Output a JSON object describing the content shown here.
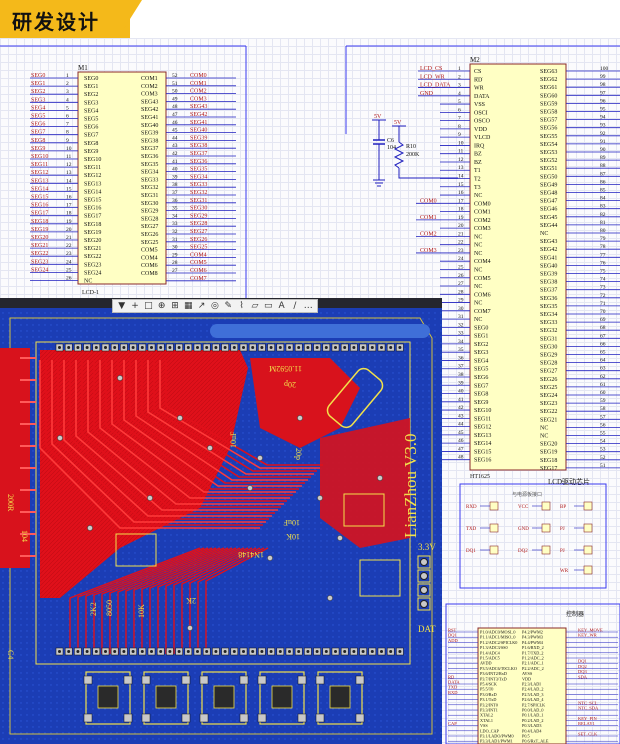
{
  "header": {
    "title": "研发设计"
  },
  "m1": {
    "ref": "M1",
    "part": "LCD-1",
    "left_nets": [
      "SEG0",
      "SEG1",
      "SEG2",
      "SEG3",
      "SEG4",
      "SEG5",
      "SEG6",
      "SEG7",
      "SEG8",
      "SEG9",
      "SEG10",
      "SEG11",
      "SEG12",
      "SEG13",
      "SEG14",
      "SEG15",
      "SEG16",
      "SEG17",
      "SEG18",
      "SEG19",
      "SEG20",
      "SEG21",
      "SEG22",
      "SEG23",
      "SEG24"
    ],
    "left_pins": [
      "SEG0",
      "SEG1",
      "SEG2",
      "SEG3",
      "SEG4",
      "SEG5",
      "SEG6",
      "SEG7",
      "SEG8",
      "SEG9",
      "SEG10",
      "SEG11",
      "SEG12",
      "SEG13",
      "SEG14",
      "SEG15",
      "SEG16",
      "SEG17",
      "SEG18",
      "SEG19",
      "SEG20",
      "SEG21",
      "SEG22",
      "SEG23",
      "SEG24",
      "NC"
    ],
    "left_nums": [
      "1",
      "2",
      "3",
      "4",
      "5",
      "6",
      "7",
      "8",
      "9",
      "10",
      "11",
      "12",
      "13",
      "14",
      "15",
      "16",
      "17",
      "18",
      "19",
      "20",
      "21",
      "22",
      "23",
      "24",
      "25",
      "26"
    ],
    "right_pins": [
      "COM1",
      "COM2",
      "COM3",
      "SEG43",
      "SEG42",
      "SEG41",
      "SEG40",
      "SEG39",
      "SEG38",
      "SEG37",
      "SEG36",
      "SEG35",
      "SEG34",
      "SEG33",
      "SEG32",
      "SEG31",
      "SEG30",
      "SEG29",
      "SEG28",
      "SEG27",
      "SEG26",
      "SEG25",
      "COM5",
      "COM4",
      "COM6",
      "COM8"
    ],
    "right_nums": [
      "52",
      "51",
      "50",
      "49",
      "48",
      "47",
      "46",
      "45",
      "44",
      "43",
      "42",
      "41",
      "40",
      "39",
      "38",
      "37",
      "36",
      "35",
      "34",
      "33",
      "32",
      "31",
      "30",
      "29",
      "28",
      "27"
    ],
    "right_nets": [
      "COM0",
      "COM1",
      "COM2",
      "COM3",
      "SEG43",
      "SEG42",
      "SEG41",
      "SEG40",
      "SEG39",
      "SEG38",
      "SEG37",
      "SEG36",
      "SEG35",
      "SEG34",
      "SEG33",
      "SEG32",
      "SEG31",
      "SEG30",
      "SEG29",
      "SEG28",
      "SEG27",
      "SEG26",
      "SEG25",
      "COM4",
      "COM5",
      "COM6",
      "COM7"
    ]
  },
  "m2": {
    "ref": "M2",
    "part": "HT1625",
    "left_nets": [
      "LCD_CS",
      "LCD_WR",
      "LCD_DATA",
      "GND"
    ],
    "left_pins": [
      "CS",
      "RD",
      "WR",
      "DATA",
      "VSS",
      "OSCI",
      "OSCO",
      "VDD",
      "VLCD",
      "IRQ",
      "BZ",
      "BZ",
      "T1",
      "T2",
      "T3",
      "NC",
      "COM0",
      "COM1",
      "COM2",
      "COM3",
      "NC",
      "NC",
      "NC",
      "COM4",
      "NC",
      "COM5",
      "NC",
      "COM6",
      "NC",
      "COM7",
      "NC",
      "SEG0",
      "SEG1",
      "SEG2",
      "SEG3",
      "SEG4",
      "SEG5",
      "SEG6",
      "SEG7",
      "SEG8",
      "SEG9",
      "SEG10",
      "SEG11",
      "SEG12",
      "SEG13",
      "SEG14",
      "SEG15",
      "SEG16"
    ],
    "left_nums": [
      "1",
      "2",
      "3",
      "4",
      "5",
      "6",
      "7",
      "8",
      "9",
      "10",
      "11",
      "12",
      "13",
      "14",
      "15",
      "16",
      "17",
      "18",
      "19",
      "20",
      "21",
      "22",
      "23",
      "24",
      "25",
      "26",
      "27",
      "28",
      "29",
      "30",
      "31",
      "32",
      "33",
      "34",
      "35",
      "36",
      "37",
      "38",
      "39",
      "40",
      "41",
      "42",
      "43",
      "44",
      "45",
      "46",
      "47",
      "48"
    ],
    "com_nets": [
      "COM0",
      "COM1",
      "COM2",
      "COM3",
      "COM4",
      "COM5",
      "COM6"
    ],
    "right_pins": [
      "SEG63",
      "SEG62",
      "SEG61",
      "SEG60",
      "SEG59",
      "SEG58",
      "SEG57",
      "SEG56",
      "SEG55",
      "SEG54",
      "SEG53",
      "SEG52",
      "SEG51",
      "SEG50",
      "SEG49",
      "SEG48",
      "SEG47",
      "SEG46",
      "SEG45",
      "SEG44",
      "NC",
      "SEG43",
      "SEG42",
      "SEG41",
      "SEG40",
      "SEG39",
      "SEG38",
      "SEG37",
      "SEG36",
      "SEG35",
      "SEG34",
      "SEG33",
      "SEG32",
      "SEG31",
      "SEG30",
      "SEG29",
      "SEG28",
      "SEG27",
      "SEG26",
      "SEG25",
      "SEG24",
      "SEG23",
      "SEG22",
      "SEG21",
      "NC",
      "NC",
      "SEG20",
      "SEG19",
      "SEG18",
      "SEG17"
    ],
    "right_nums": [
      "100",
      "99",
      "98",
      "97",
      "96",
      "95",
      "94",
      "93",
      "92",
      "91",
      "90",
      "89",
      "88",
      "87",
      "86",
      "85",
      "84",
      "83",
      "82",
      "81",
      "80",
      "79",
      "78",
      "77",
      "76",
      "75",
      "74",
      "73",
      "72",
      "71",
      "70",
      "69",
      "68",
      "67",
      "66",
      "65",
      "64",
      "63",
      "62",
      "61",
      "60",
      "59",
      "58",
      "57",
      "56",
      "55",
      "54",
      "53",
      "52",
      "51"
    ]
  },
  "passives": {
    "vcc_a": "5V",
    "vcc_b": "5V",
    "c_ref": "C6",
    "c_val": "104",
    "r_ref": "R10",
    "r_val": "200K"
  },
  "lcd_block": {
    "title": "LCD驱动芯片",
    "subtitle": "与电源板接口",
    "labels": [
      "RXD",
      "VCC",
      "TXD",
      "GND",
      "DQ1",
      "DQ2",
      "BP",
      "PJ",
      "PJ",
      "WR"
    ]
  },
  "ctrl_block": {
    "title": "控制器",
    "left_nets": [
      "RST",
      "DQ1",
      "ADD",
      "",
      "",
      "",
      "",
      "",
      "",
      "RD",
      "DATA",
      "TXD",
      "RXD",
      "",
      "",
      "",
      "",
      "",
      "CAP"
    ],
    "pins_left": [
      "P1.0/ADC0/MOSI_0",
      "P1.1/ADC1/MISO_0",
      "P1.2/ADC2/SPICLK0",
      "P1.3/ADC3/SS0",
      "P1.4/ADC4",
      "P1.5/ADC5",
      "AVDD",
      "P3.5/ADC6/T0CLKO",
      "P3.6/INT2/RxD",
      "P3.7/INT3/TxD",
      "P5.4/SCK",
      "P5.5/T0",
      "P3.0/RxD",
      "P3.1/TxD",
      "P3.2/INT0",
      "P3.3/INT1",
      "XTAL2",
      "XTAL1",
      "VSS",
      "LDO_CAP",
      "P3.1/LADO/PWM0",
      "P3.3/LAD1/PWM1"
    ],
    "pins_right": [
      "P4.2/PWM2",
      "P4.3/PWM3",
      "P4.4/PWM4",
      "P1.6/RXD_2",
      "P1.7/TXD_2",
      "P1.2/ADC_2",
      "P2.1/ADC_1",
      "P2.2/ADC_2",
      "AVSS",
      "VDD",
      "P2.3/LADI",
      "P2.4/LAD_2",
      "P2.5/LAD_3",
      "P2.6/LAD_4",
      "P2.7/SPICLK",
      "P0.0/LAD_0",
      "P0.1/LAD_1",
      "P0.2/LAD_2",
      "P0.3/LAD3",
      "P0.4/LAD4",
      "P0.5",
      "P0.6/RxT_ALE"
    ],
    "right_nets": [
      "KEY_MOVE",
      "KEY_WR",
      "",
      "",
      "",
      "",
      "DQ1",
      "DQ2",
      "DQ3",
      "SDA",
      "",
      "",
      "",
      "",
      "NTC_SCL",
      "NTC_SDA",
      "",
      "KEY_PIN",
      "RELAY1",
      "",
      "SET_CLK"
    ]
  },
  "pcb": {
    "silk_main": "LianZhou V3.0",
    "silk_freq": "11.0592M",
    "silk_cap": "20p",
    "silk_cap2": "20p",
    "silk_10uf": "10uF",
    "silk_10uf_b": "10uF",
    "silk_10k": "10K",
    "silk_diode": "1N4148",
    "silk_200r": "200R",
    "silk_104": "104",
    "silk_3v3": "3.3V",
    "silk_dat": "DAT",
    "silk_2k": "2K",
    "silk_10k_b": "10K",
    "silk_8050": "8050",
    "silk_2k2": "2K2",
    "silk_c4": "C4"
  },
  "colors": {
    "header_accent": "#f4b91a",
    "wire": "#1f1fbf",
    "net_label": "#b01818",
    "body": "#ffffc4",
    "pcb_red": "#e0101a",
    "pcb_blue": "#1b3db5",
    "silk_yellow": "#f2e14a"
  }
}
